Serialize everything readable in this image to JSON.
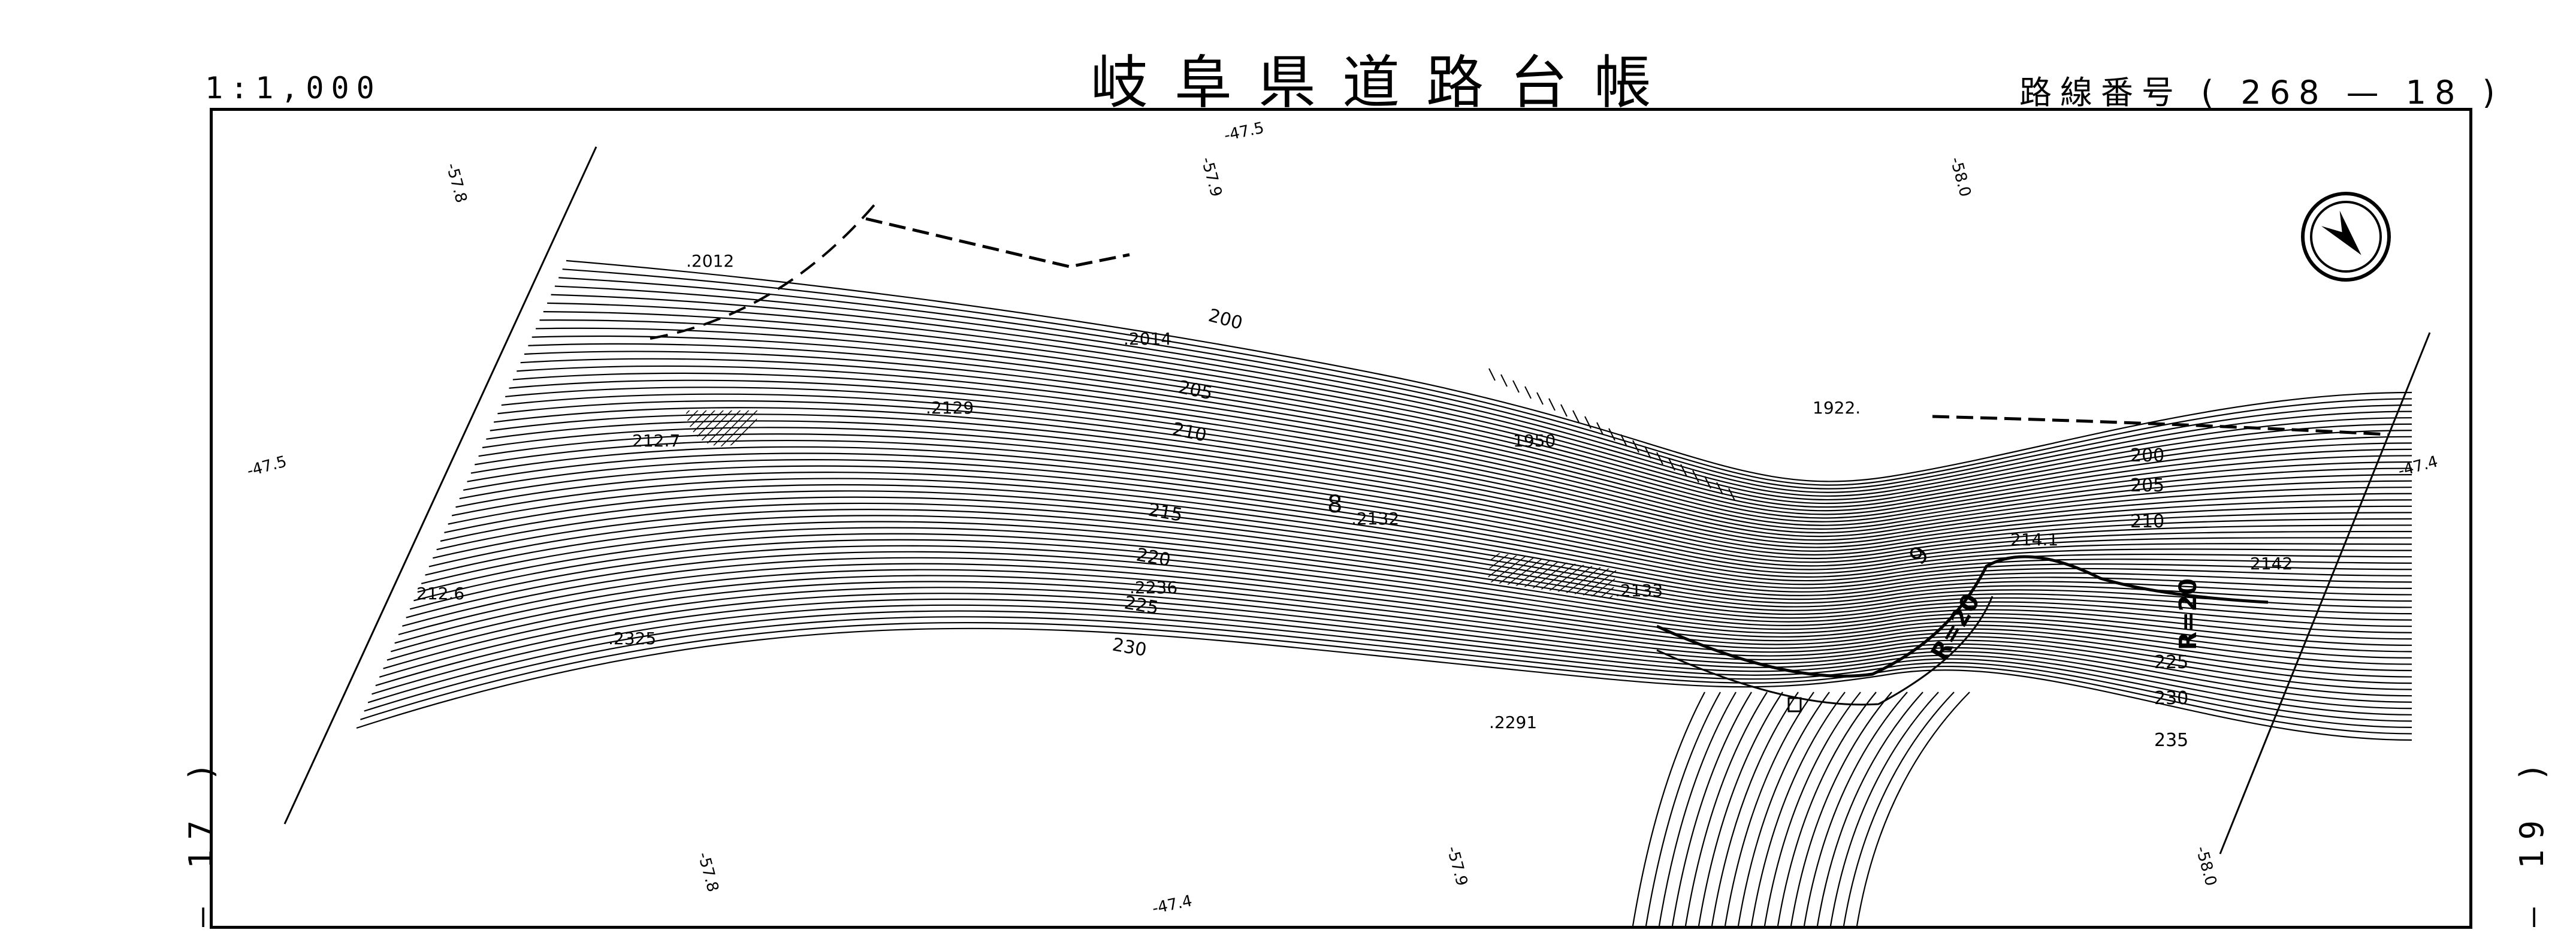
{
  "header": {
    "title": "岐阜県道路台帳",
    "scale": "1:1,000",
    "route_number": "路線番号 ( 268 — 18 )"
  },
  "adjacent_sheets": {
    "previous": "— 17 )",
    "next": "— 19 )"
  },
  "grid_labels": {
    "top": [
      "-57.8",
      "-57.9",
      "-58.0",
      "-47.5"
    ],
    "bottom": [
      "-57.8",
      "-57.9",
      "-58.0",
      "-47.4"
    ],
    "left": "-47.5",
    "right": "-47.4"
  },
  "contour_labels": [
    "200",
    "205",
    "210",
    "215",
    "220",
    "225",
    "230",
    "200",
    "205",
    "210",
    "225",
    "230",
    "235",
    "1950"
  ],
  "spot_heights": [
    ".2012",
    ".2014",
    ".2129",
    "212.7",
    "212.6",
    ".2325",
    ".2236",
    ".2132",
    ".2133",
    ".2291",
    "1922.",
    "214.1",
    "2142"
  ],
  "road_labels": [
    "R=20",
    "8",
    "9"
  ],
  "north_arrow": "north-arrow"
}
